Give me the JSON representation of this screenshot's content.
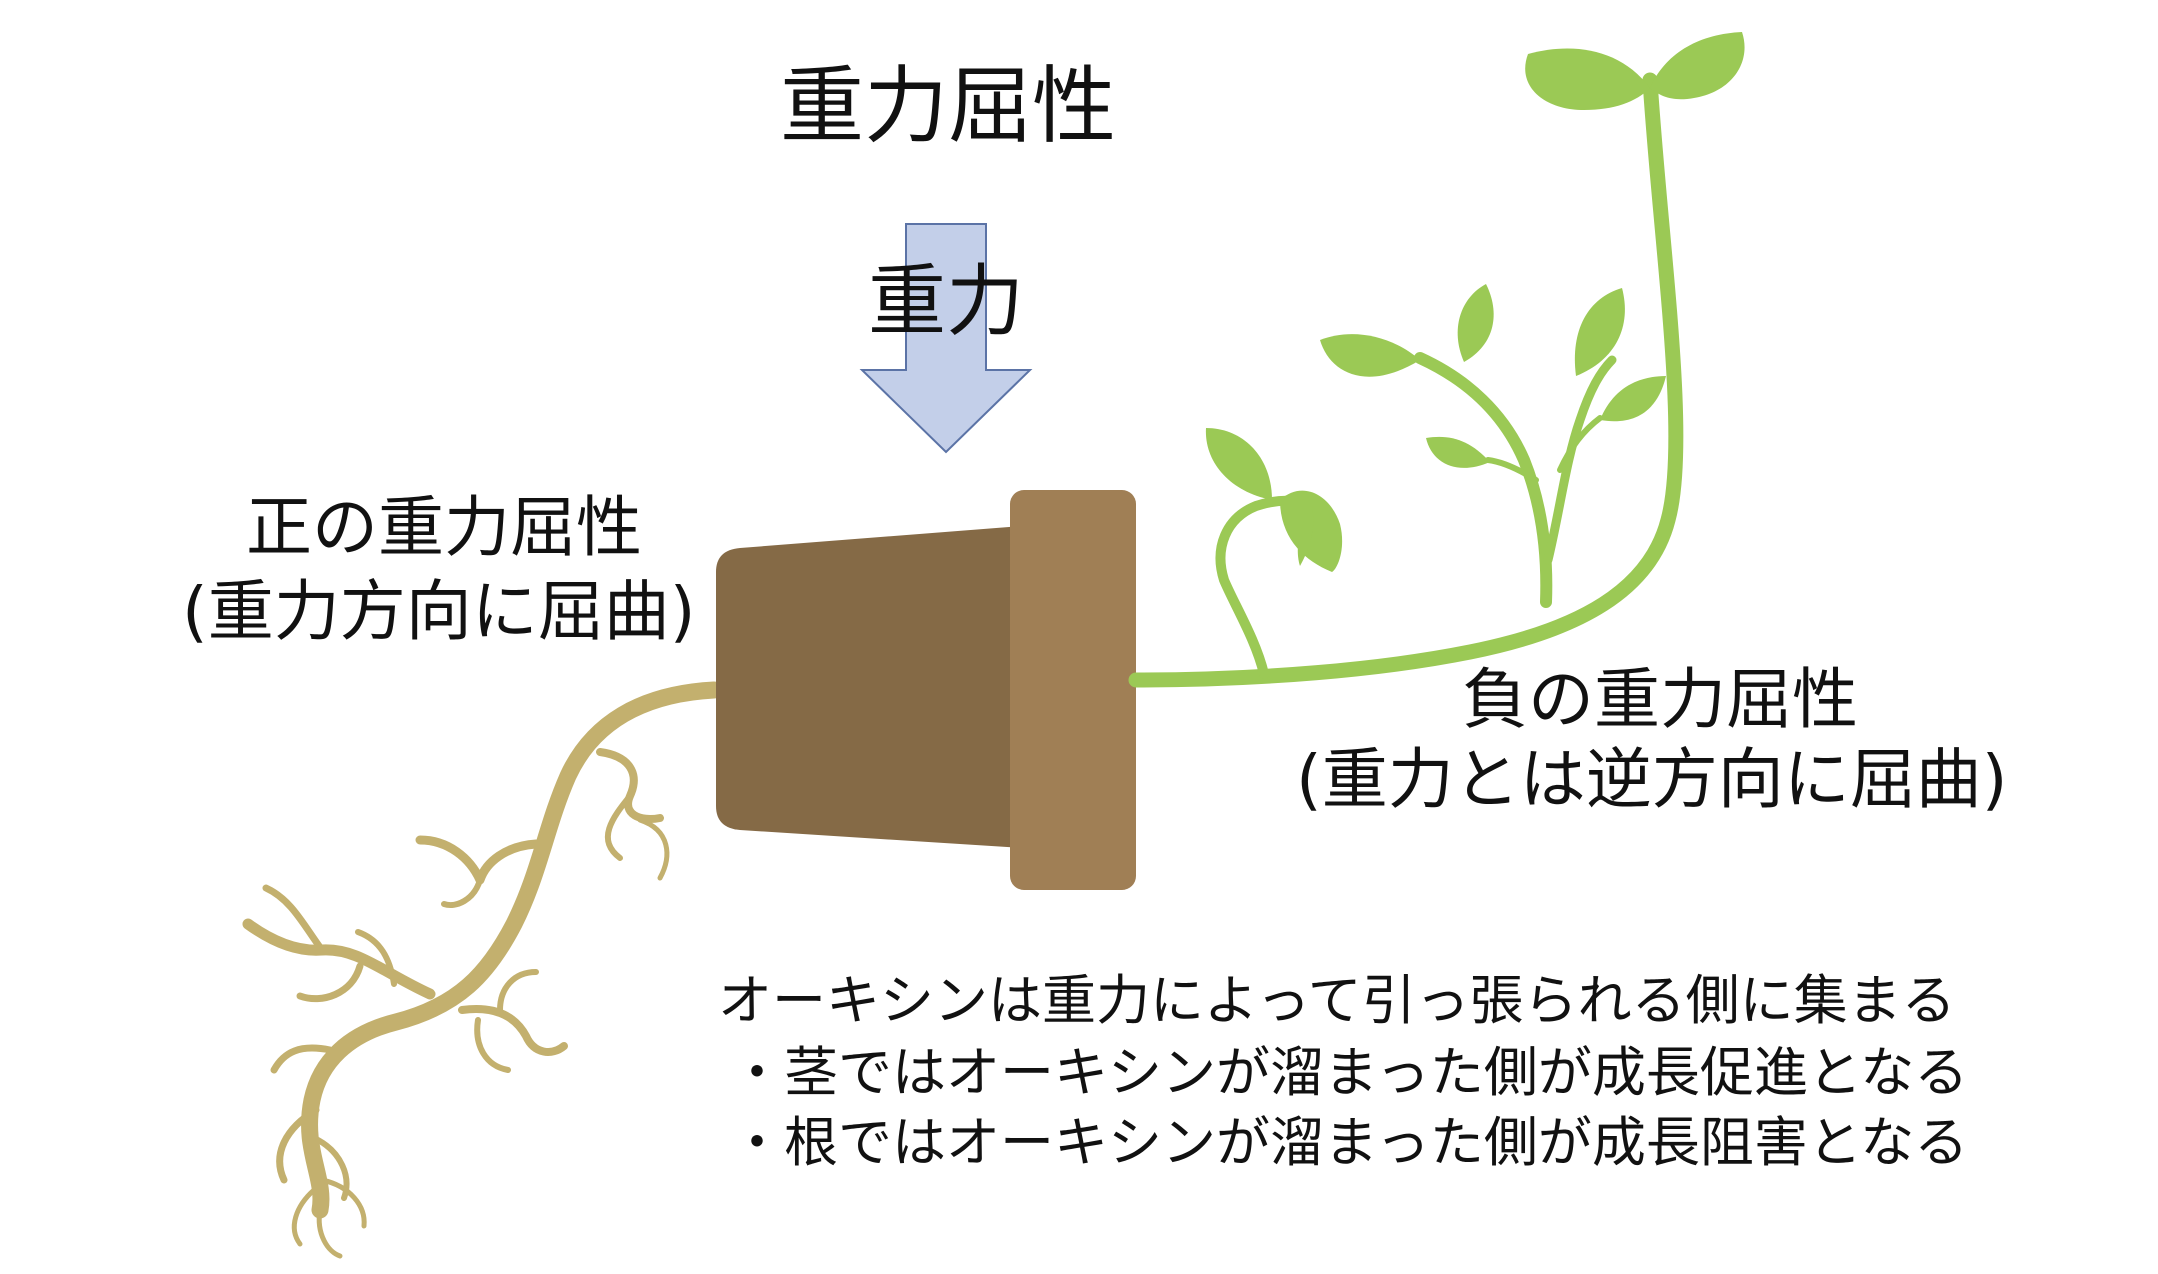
{
  "title": "重力屈性",
  "gravity_arrow": {
    "label": "重力",
    "fill": "#c3cfe9",
    "stroke": "#5b73a6"
  },
  "positive": {
    "title": "正の重力屈性",
    "subtitle": "(重力方向に屈曲)"
  },
  "negative": {
    "title": "負の重力屈性",
    "subtitle": "(重力とは逆方向に屈曲)"
  },
  "explanation": {
    "line1": "オーキシンは重力によって引っ張られる側に集まる",
    "line2": "・茎ではオーキシンが溜まった側が成長促進となる",
    "line3": "・根ではオーキシンが溜まった側が成長阻害となる"
  },
  "colors": {
    "pot_body": "#856a46",
    "pot_rim": "#a07f55",
    "root": "#c3b06e",
    "plant": "#9bc955"
  }
}
